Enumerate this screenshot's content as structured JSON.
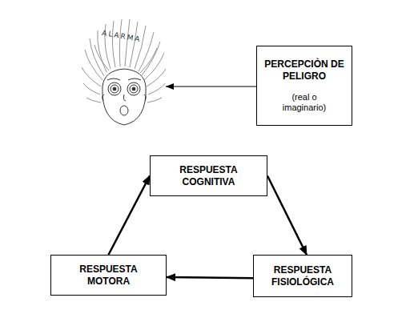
{
  "diagram": {
    "nodes": [
      {
        "text": [
          "PERCEPCIÒN DE PELIGRO",
          "(real o imaginario)"
        ]
      },
      {
        "text": [
          "RESPUESTA COGNITIVA"
        ]
      },
      {
        "text": [
          "RESPUESTA MOTORA"
        ]
      },
      {
        "text": [
          "RESPUESTA FISIOLÓGICA"
        ]
      }
    ],
    "edges": [
      {
        "from": 1,
        "to": 3,
        "arrow": "to"
      },
      {
        "from": 3,
        "to": 2,
        "arrow": "to"
      },
      {
        "from": 2,
        "to": 1,
        "arrow": "to"
      }
    ],
    "labels": [
      "ALARMA"
    ]
  }
}
